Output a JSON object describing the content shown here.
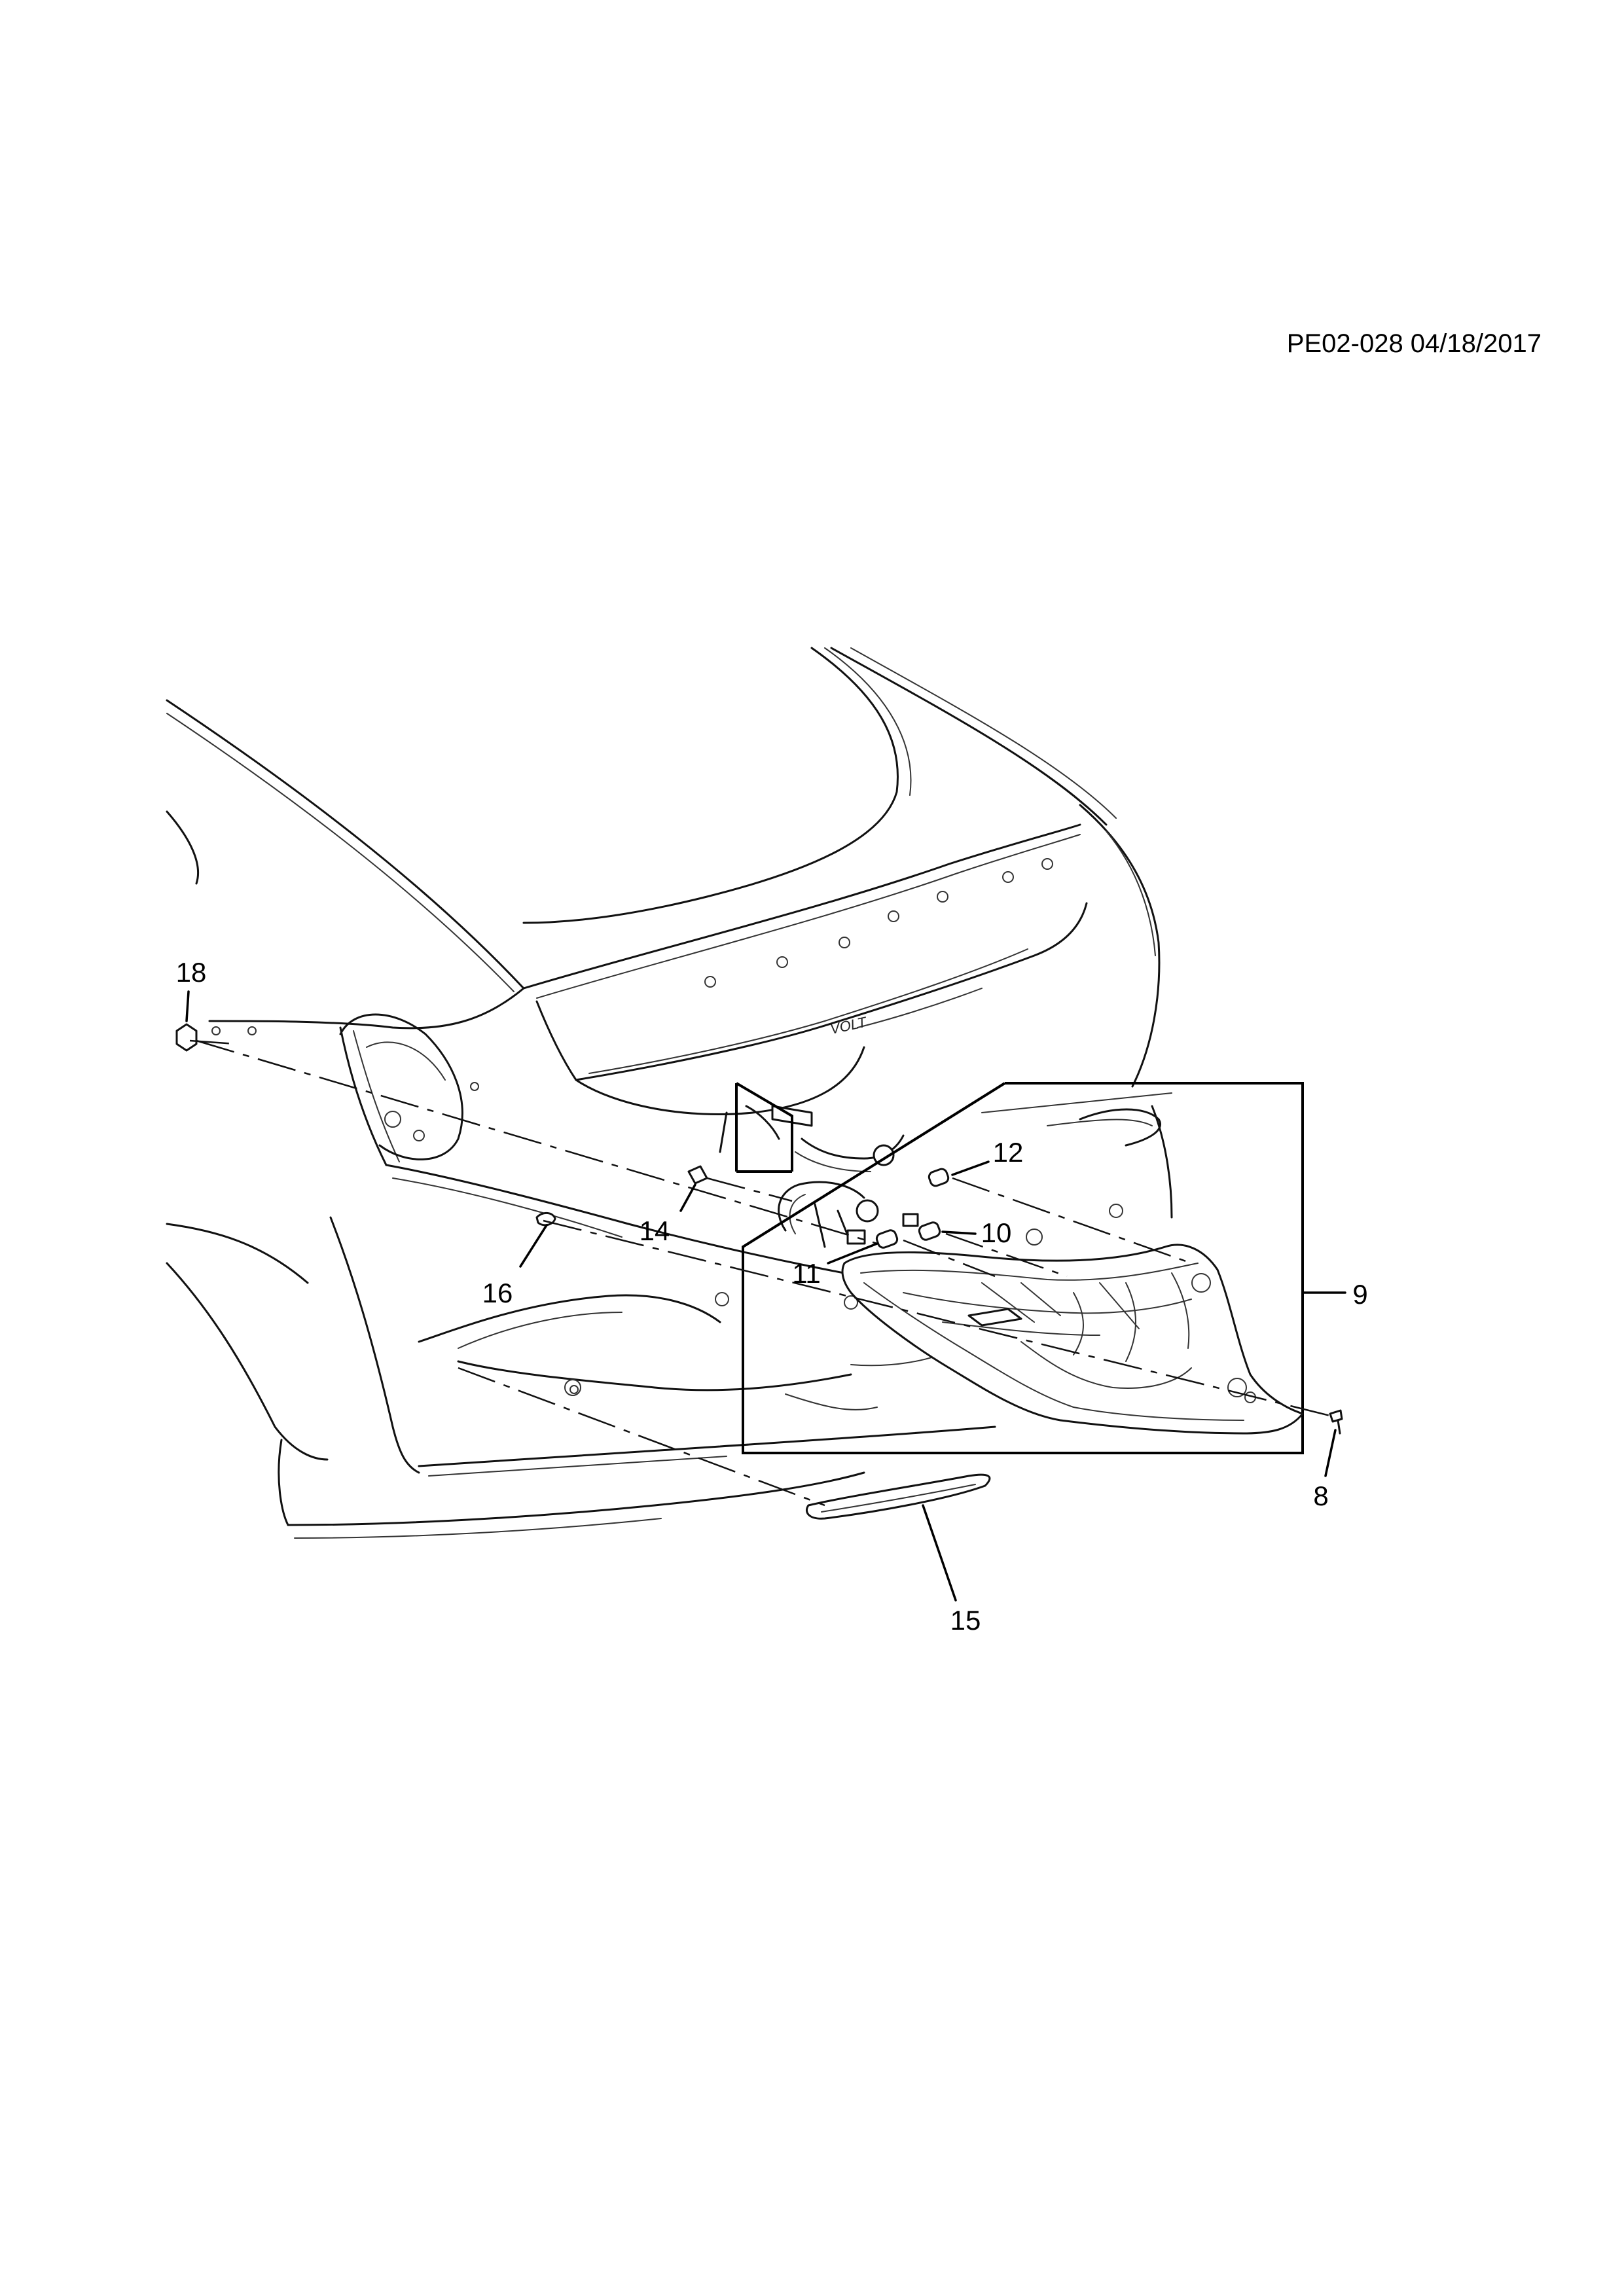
{
  "document": {
    "id_and_date": "PE02-028 04/18/2017"
  },
  "callouts": {
    "c8": "8",
    "c9": "9",
    "c10": "10",
    "c11": "11",
    "c12": "12",
    "c14": "14",
    "c15": "15",
    "c16": "16",
    "c18": "18"
  },
  "badge_text": "VOLT"
}
